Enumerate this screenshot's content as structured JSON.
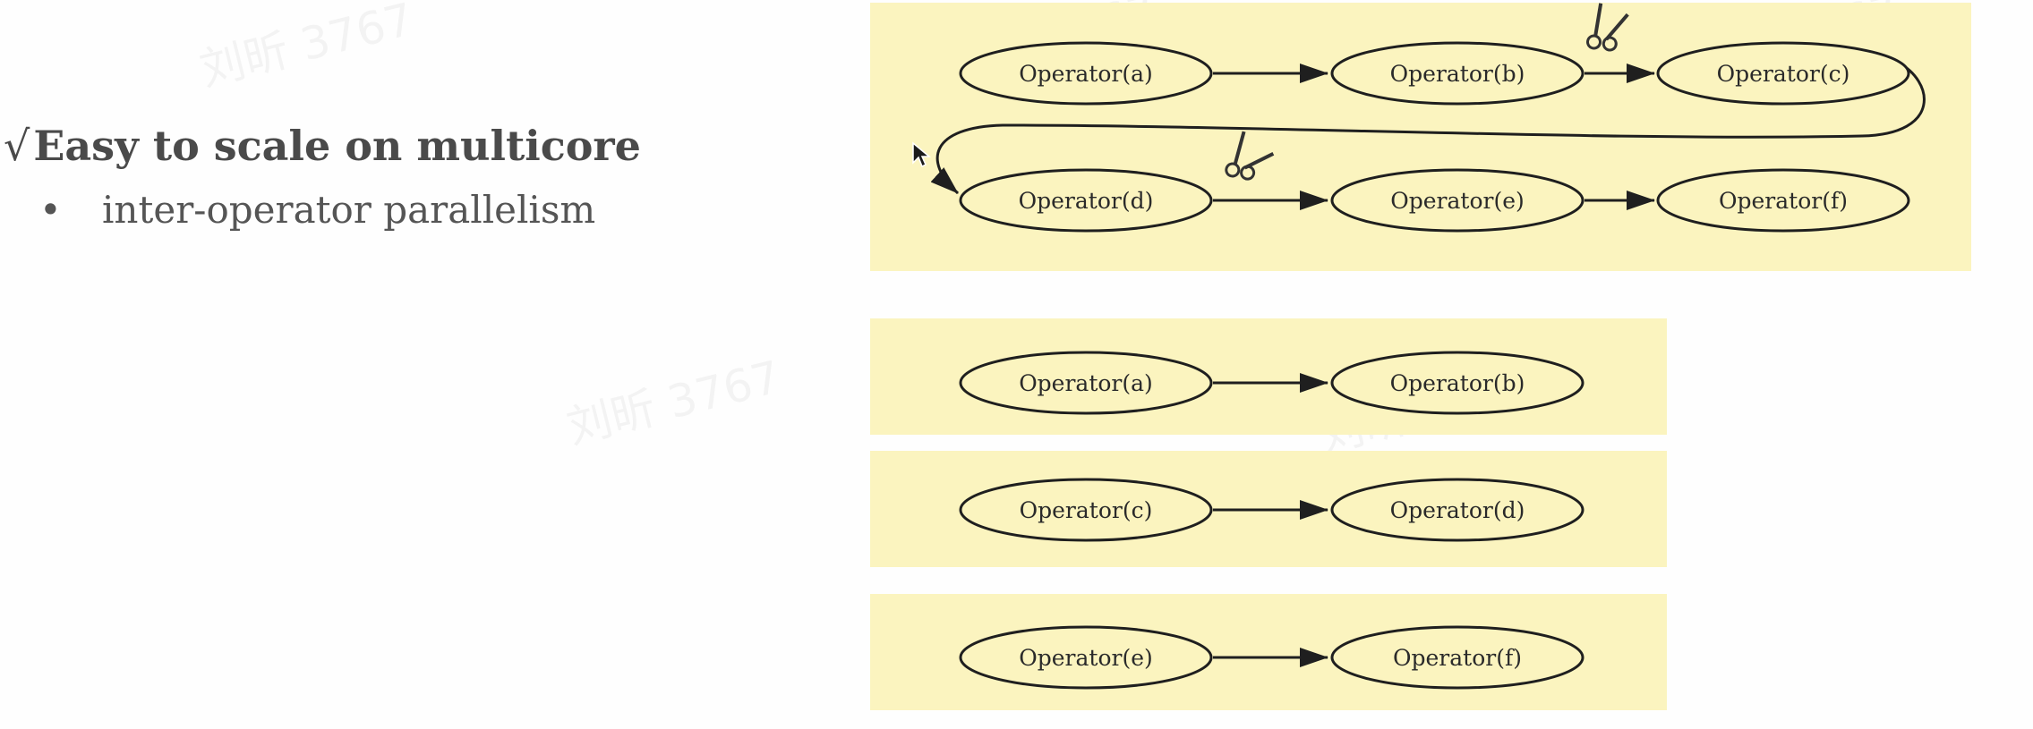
{
  "watermark_text": "刘昕 3767",
  "heading": {
    "check_mark": "√",
    "text": "Easy to scale on multicore"
  },
  "bullets": [
    {
      "marker": "•",
      "text": "inter-operator parallelism"
    }
  ],
  "diagram": {
    "fill_color": "#fbf4bf",
    "node_fill": "#fbf4bf",
    "stroke_color": "#1f1f1f",
    "full_graph": {
      "rows": [
        [
          "Operator(a)",
          "Operator(b)",
          "Operator(c)"
        ],
        [
          "Operator(d)",
          "Operator(e)",
          "Operator(f)"
        ]
      ],
      "cuts": [
        "scissors-icon between Operator(b) and Operator(c)",
        "scissors-icon between Operator(d) and Operator(e)"
      ]
    },
    "partitions": [
      {
        "from": "Operator(a)",
        "to": "Operator(b)"
      },
      {
        "from": "Operator(c)",
        "to": "Operator(d)"
      },
      {
        "from": "Operator(e)",
        "to": "Operator(f)"
      }
    ]
  }
}
